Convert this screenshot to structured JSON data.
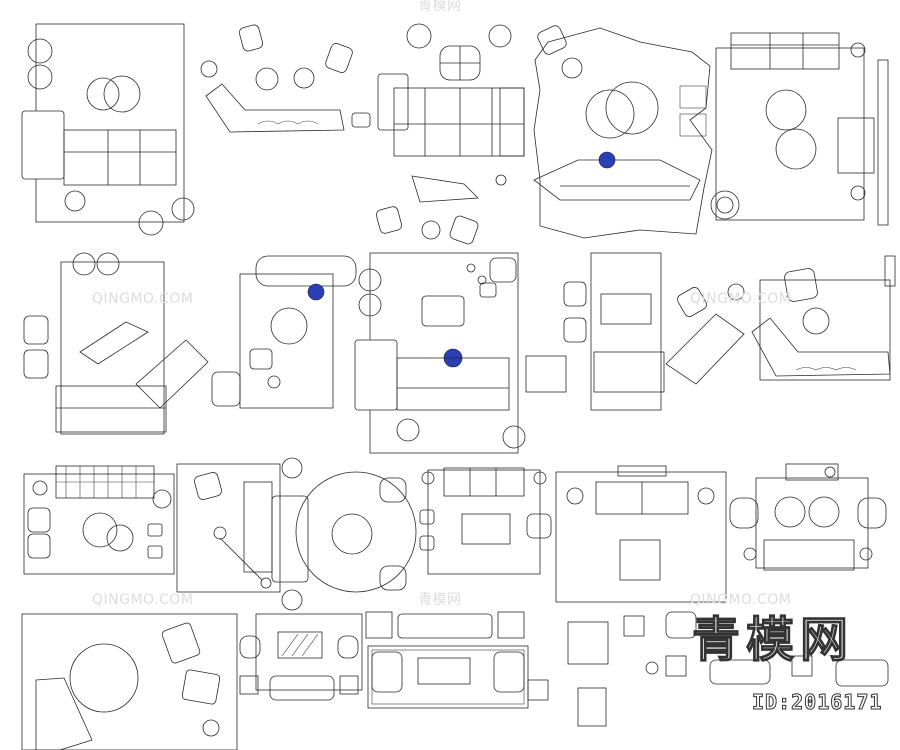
{
  "watermark": {
    "site": "QINGMO.COM",
    "site_cn": "青模网",
    "big_text": "青模网",
    "id_label": "ID:2016171"
  },
  "colors": {
    "line": "#2a2a2a",
    "person_accent": "#2a3fb5",
    "person_skin": "#c8b48a",
    "background": "#ffffff"
  }
}
